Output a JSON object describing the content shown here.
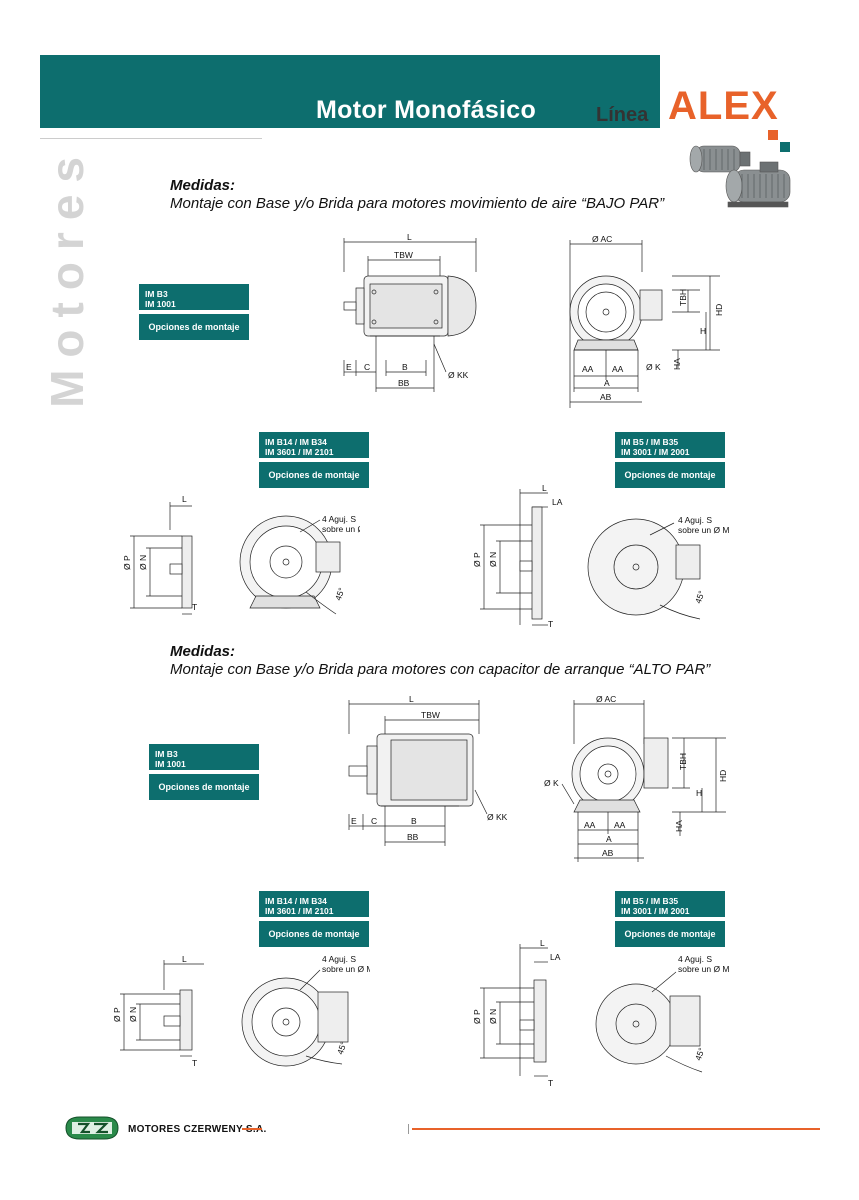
{
  "header": {
    "title": "Motor Monofásico",
    "linea": "Línea",
    "brand": "ALEX",
    "brand_color": "#e8622a",
    "band_color": "#0d6e6e"
  },
  "sidebar": {
    "label": "Motores"
  },
  "section1": {
    "heading": "Medidas:",
    "subheading": "Montaje con Base y/o Brida para motores movimiento de aire “BAJO PAR”"
  },
  "section2": {
    "heading": "Medidas:",
    "subheading": "Montaje con Base y/o Brida para motores con capacitor de arranque “ALTO PAR”"
  },
  "tags": {
    "b3_line1": "IM B3",
    "b3_line2": "IM 1001",
    "b14_line1": "IM B14 / IM B34",
    "b14_line2": "IM 3601 / IM 2101",
    "b5_line1": "IM B5 / IM B35",
    "b5_line2": "IM 3001 / IM 2001",
    "opciones": "Opciones de montaje"
  },
  "dims": {
    "L": "L",
    "TBW": "TBW",
    "E": "E",
    "C": "C",
    "B": "B",
    "BB": "BB",
    "KK": "Ø KK",
    "AC": "Ø AC",
    "TBH": "TBH",
    "H": "H",
    "HD": "HD",
    "HA": "HA",
    "AA": "AA",
    "A": "A",
    "AB": "AB",
    "K": "Ø K",
    "P": "Ø P",
    "N": "Ø N",
    "T": "T",
    "LA": "LA",
    "holes1": "4 Aguj. S",
    "holes2": "sobre un Ø M",
    "angle": "45°"
  },
  "footer": {
    "company": "MOTORES CZERWENY S.A."
  }
}
